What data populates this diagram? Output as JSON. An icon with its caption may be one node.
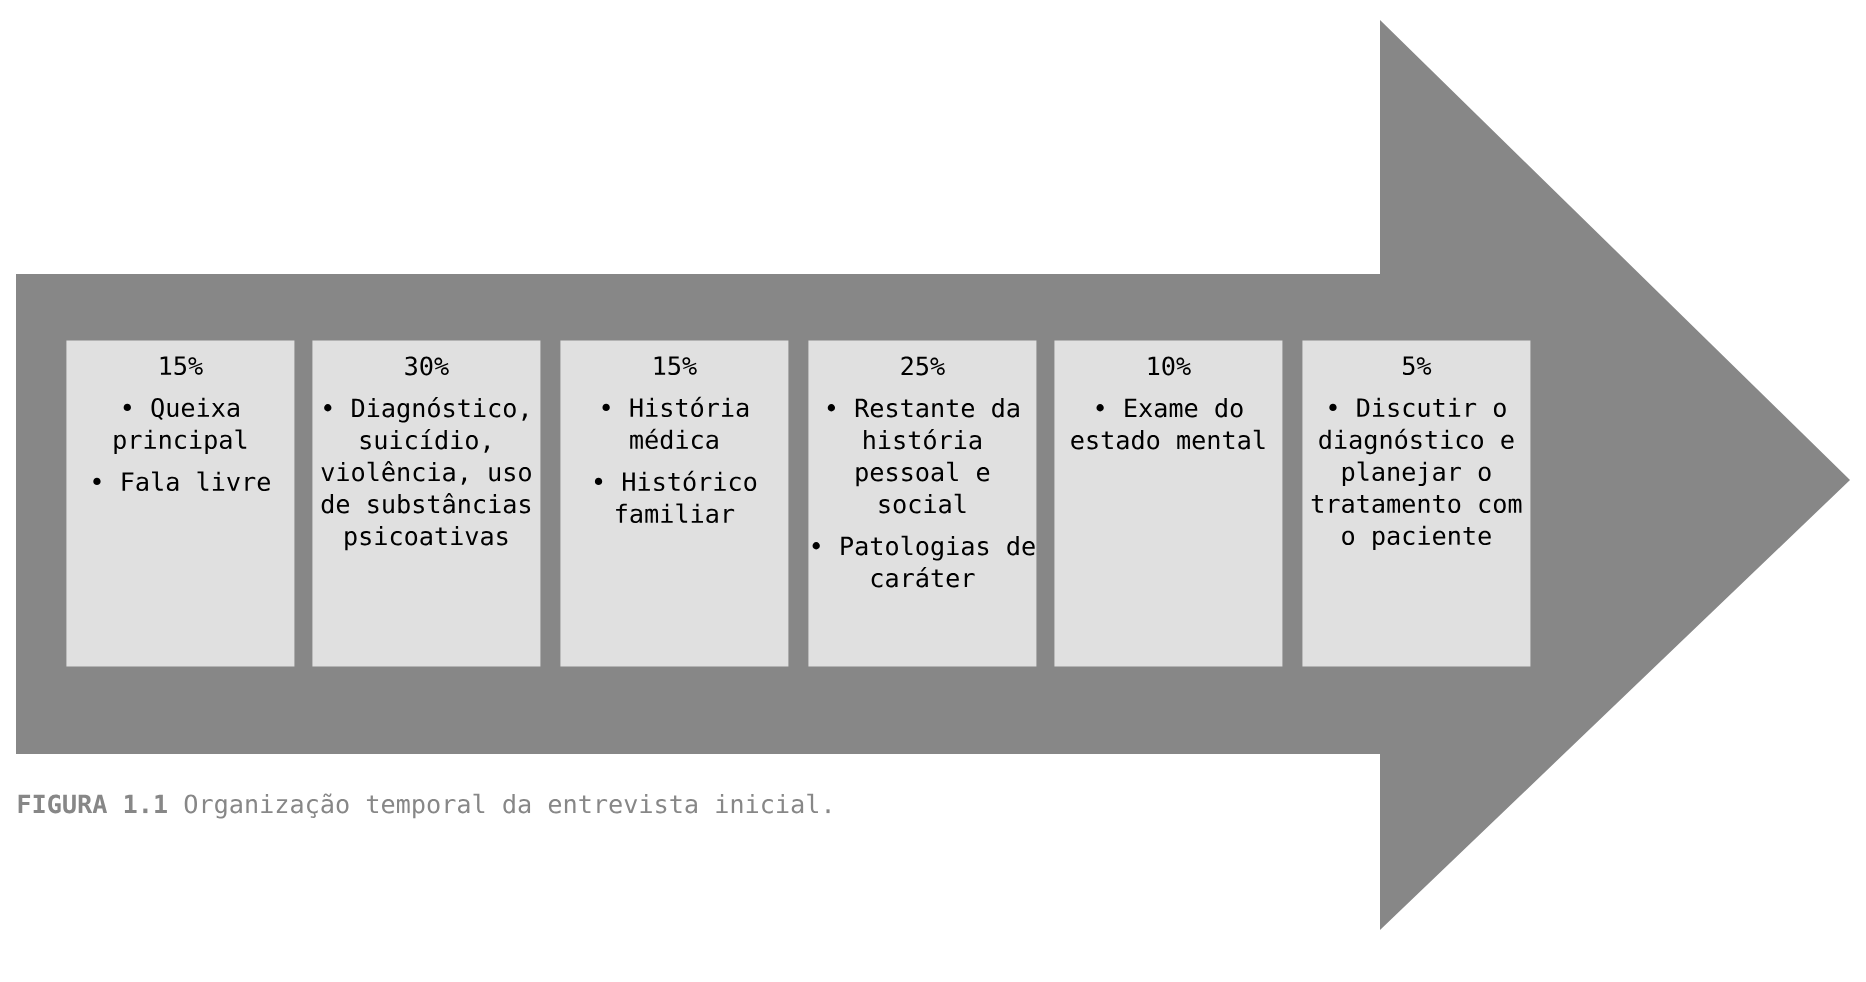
{
  "diagram": {
    "caption": "**FIGURA 1.1** Organização temporal da entrevista inicial.",
    "nodes": [
      {
        "text": [
          "15%",
          "• Queixa principal",
          "• Fala livre"
        ]
      },
      {
        "text": [
          "30%",
          "• Diagnóstico, suicídio, violência, uso de substâncias psicoativas"
        ]
      },
      {
        "text": [
          "15%",
          "• História médica",
          "• Histórico familiar"
        ]
      },
      {
        "text": [
          "25%",
          "• Restante da história pessoal e social",
          "• Patologias de caráter"
        ]
      },
      {
        "text": [
          "10%",
          "• Exame do estado mental"
        ]
      },
      {
        "text": [
          "5%",
          "• Discutir o diagnóstico e planejar o tratamento com o paciente"
        ]
      }
    ]
  }
}
